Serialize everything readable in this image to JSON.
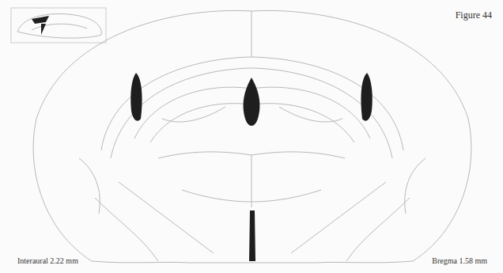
{
  "diagram": {
    "labels": [
      "Figure 44",
      "Interaural 2.22 mm",
      "Bregma 1.58 mm"
    ]
  }
}
